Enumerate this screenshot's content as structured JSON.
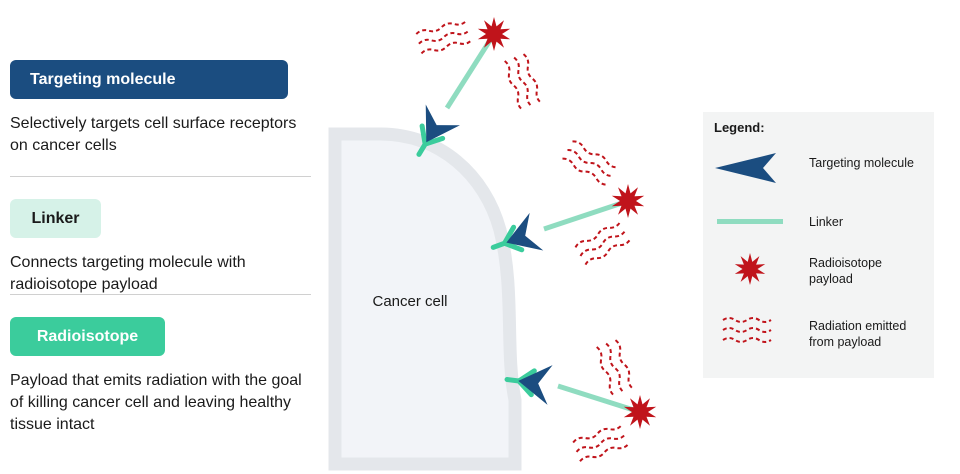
{
  "components": {
    "targeting": {
      "label": "Targeting molecule",
      "description": "Selectively targets cell surface receptors on cancer cells"
    },
    "linker": {
      "label": "Linker",
      "description": "Connects targeting molecule with radioisotope payload"
    },
    "radioisotope": {
      "label": "Radioisotope",
      "description": "Payload that emits radiation with the goal of killing cancer cell and leaving healthy tissue intact"
    }
  },
  "diagram": {
    "cell_label": "Cancer cell"
  },
  "legend": {
    "title": "Legend:",
    "items": [
      {
        "icon": "targeting-molecule-icon",
        "label": "Targeting molecule"
      },
      {
        "icon": "linker-icon",
        "label": "Linker"
      },
      {
        "icon": "radioisotope-payload-icon",
        "label": "Radioisotope payload"
      },
      {
        "icon": "radiation-icon",
        "label": "Radiation emitted from payload"
      }
    ]
  },
  "colors": {
    "navy": "#1b4d80",
    "linker_green": "#8fdcc0",
    "receptor_green": "#3bcc9c",
    "radiation_red": "#c0141b",
    "cell_fill": "#f2f4f8",
    "cell_membrane": "#e4e7eb"
  }
}
